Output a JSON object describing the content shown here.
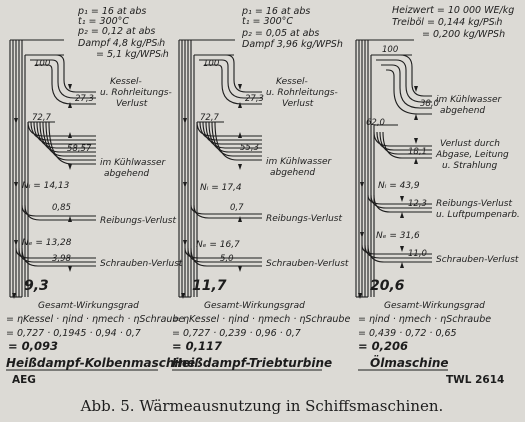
{
  "caption": "Abb. 5.  Wärmeausnutzung in Schiffsmaschinen.",
  "tl_mark": "AEG",
  "tr_mark": "TWL 2614",
  "panels": [
    {
      "header": [
        "p₁ = 16 at abs",
        "t₁ = 300°C",
        "p₂ = 0,12 at abs",
        "Dampf 4,8 kg/PSᵢh",
        "= 5,1 kg/WPSᵢh"
      ],
      "top": "100",
      "losses": [
        {
          "value": "27,3",
          "label": [
            "Kessel-",
            "u. Rohrleitungs-",
            "Verlust"
          ]
        },
        {
          "value": "58,57",
          "label": [
            "im Kühlwasser",
            "abgehend"
          ]
        },
        {
          "value": "0,85",
          "label": [
            "Reibungs-Verlust"
          ]
        },
        {
          "value": "3,98",
          "label": [
            "Schrauben-Verlust"
          ]
        }
      ],
      "after_first": "72,7",
      "ni": "Nᵢ = 14,13",
      "ne": "Nₑ = 13,28",
      "out": "9,3",
      "gesamt": "Gesamt-Wirkungsgrad",
      "formula": "= ηKessel · ηind · ηmech · ηSchraube",
      "numbers": "= 0,727 · 0,1945 · 0,94 · 0,7",
      "result": "= 0,093",
      "name": "Heißdampf-Kolbenmaschine"
    },
    {
      "header": [
        "p₁ = 16 at abs",
        "t₁ = 300°C",
        "p₂ = 0,05 at abs",
        "Dampf 3,96 kg/WPSh"
      ],
      "top": "100",
      "losses": [
        {
          "value": "27,3",
          "label": [
            "Kessel-",
            "u. Rohrleitungs-",
            "Verlust"
          ]
        },
        {
          "value": "55,3",
          "label": [
            "im Kühlwasser",
            "abgehend"
          ]
        },
        {
          "value": "0,7",
          "label": [
            "Reibungs-Verlust"
          ]
        },
        {
          "value": "5,0",
          "label": [
            "Schrauben-Verlust"
          ]
        }
      ],
      "after_first": "72,7",
      "ni": "Nᵢ = 17,4",
      "ne": "Nₑ = 16,7",
      "out": "11,7",
      "gesamt": "Gesamt-Wirkungsgrad",
      "formula": "= ηKessel · ηind · ηmech · ηSchraube",
      "numbers": "= 0,727 · 0,239 · 0,96 · 0,7",
      "result": "= 0,117",
      "name": "Heißdampf-Triebturbine"
    },
    {
      "header": [
        "Heizwert = 10 000 WE/kg",
        "Treiböl = 0,144 kg/PSᵢh",
        "= 0,200 kg/WPSh"
      ],
      "top": "100",
      "losses": [
        {
          "value": "38,0",
          "label": [
            "im Kühlwasser",
            "abgehend"
          ]
        },
        {
          "value": "18,1",
          "label": [
            "Verlust durch",
            "Abgase, Leitung",
            "u. Strahlung"
          ]
        },
        {
          "value": "12,3",
          "label": [
            "Reibungs-Verlust",
            "u. Luftpumpenarb."
          ]
        },
        {
          "value": "11,0",
          "label": [
            "Schrauben-Verlust"
          ]
        }
      ],
      "after_first": "62,0",
      "ni": "Nᵢ = 43,9",
      "ne": "Nₑ = 31,6",
      "out": "20,6",
      "gesamt": "Gesamt-Wirkungsgrad",
      "formula": "= ηind · ηmech · ηSchraube",
      "numbers": "= 0,439 · 0,72 · 0,65",
      "result": "= 0,206",
      "name": "Ölmaschine"
    }
  ]
}
